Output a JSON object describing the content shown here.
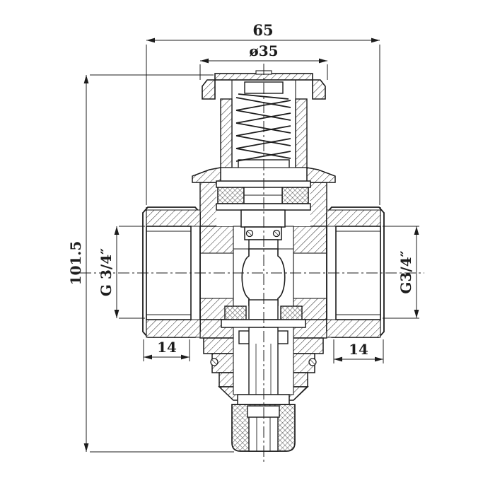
{
  "drawing": {
    "type": "technical-section-drawing",
    "subject": "pressure-reducing-valve-cross-section",
    "dimensions": {
      "overall_width": "65",
      "cap_diameter": "ø35",
      "overall_height": "101.5",
      "left_thread": "G 3/4″",
      "right_thread": "G3/4″",
      "left_thread_depth": "14",
      "right_thread_depth": "14"
    },
    "colors": {
      "line": "#1c1c1c",
      "background": "#ffffff"
    }
  }
}
